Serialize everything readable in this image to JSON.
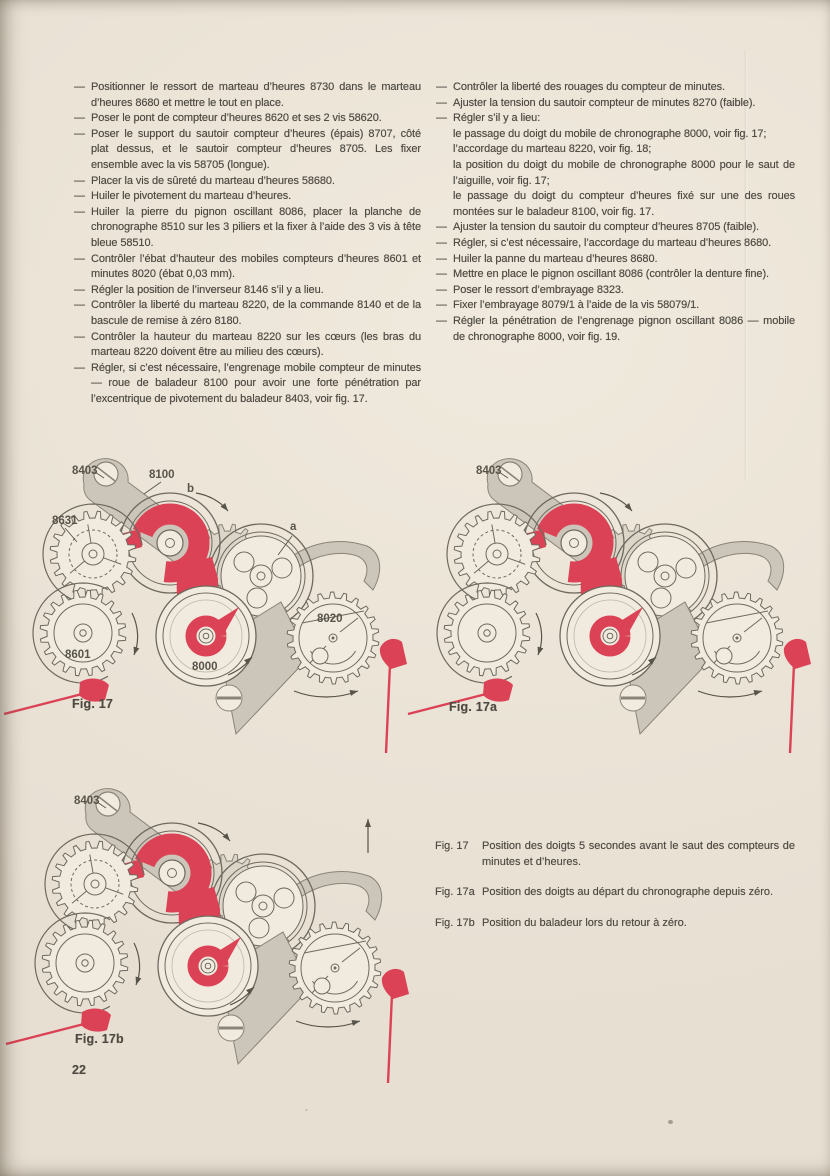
{
  "page": {
    "number": "22",
    "paper_color": "#ebe4d7",
    "ink_color": "#4e4a42",
    "red_color": "#dc4255"
  },
  "columns": {
    "left": [
      {
        "text": "Positionner le ressort de marteau d’heures 8730 dans le marteau d’heures 8680 et mettre le tout en place."
      },
      {
        "text": "Poser le pont de compteur d’heures 8620 et ses 2 vis 58620."
      },
      {
        "text": "Poser le support du sautoir compteur d’heures (épais) 8707, côté plat dessus, et le sautoir compteur d’heures 8705. Les fixer ensemble avec la vis 58705 (longue)."
      },
      {
        "text": "Placer la vis de sûreté du marteau d’heures 58680."
      },
      {
        "text": "Huiler le pivotement du marteau d’heures."
      },
      {
        "text": "Huiler la pierre du pignon oscillant 8086, placer la planche de chronographe 8510 sur les 3 piliers et la fixer à l’aide des 3 vis à tête bleue 58510."
      },
      {
        "text": "Contrôler l’ébat d’hauteur des mobiles compteurs d’heures 8601 et minutes 8020 (ébat 0,03 mm)."
      },
      {
        "text": "Régler la position de l’inverseur 8146 s’il y a lieu."
      },
      {
        "text": "Contrôler la liberté du marteau 8220, de la commande 8140 et de la bascule de remise à zéro 8180."
      },
      {
        "text": "Contrôler la hauteur du marteau 8220 sur les cœurs (les bras du marteau 8220 doivent être au milieu des cœurs)."
      },
      {
        "text": "Régler, si c’est nécessaire, l’engrenage mobile compteur de minutes — roue de baladeur 8100 pour avoir une forte pénétration par l’excentrique de pivotement du baladeur 8403, voir fig. 17."
      }
    ],
    "right": [
      {
        "text": "Contrôler la liberté des rouages du compteur de minutes."
      },
      {
        "text": "Ajuster la tension du sautoir compteur de minutes 8270 (faible)."
      },
      {
        "text": "Régler s’il y a lieu:",
        "sub": [
          "le passage du doigt du mobile de chronographe 8000, voir fig. 17;",
          "l’accordage du marteau 8220, voir fig. 18;",
          "la position du doigt du mobile de chronographe 8000 pour le saut de l’aiguille, voir fig. 17;",
          "le passage du doigt du compteur d’heures fixé sur une des roues montées sur le baladeur 8100, voir fig. 17."
        ]
      },
      {
        "text": "Ajuster la tension du sautoir du compteur d’heures 8705 (faible)."
      },
      {
        "text": "Régler, si c’est nécessaire, l’accordage du marteau d’heures 8680."
      },
      {
        "text": "Huiler la panne du marteau d’heures 8680."
      },
      {
        "text": "Mettre en place le pignon oscillant 8086 (contrôler la denture fine)."
      },
      {
        "text": "Poser le ressort d’embrayage 8323."
      },
      {
        "text": "Fixer l’embrayage 8079/1 à l’aide de la vis 58079/1."
      },
      {
        "text": "Régler la pénétration de l’engrenage pignon oscillant 8086 — mobile de chronographe 8000, voir fig. 19."
      }
    ]
  },
  "figures": [
    {
      "id": "fig-17",
      "caption": "Fig. 17",
      "labels": {
        "l8403": "8403",
        "l8100": "8100",
        "lb": "b",
        "l8631": "8631",
        "la": "a",
        "l8601": "8601",
        "l8000": "8000",
        "l8020": "8020"
      }
    },
    {
      "id": "fig-17a",
      "caption": "Fig. 17a",
      "labels": {
        "l8403": "8403"
      }
    },
    {
      "id": "fig-17b",
      "caption": "Fig. 17b",
      "labels": {
        "l8403": "8403"
      }
    }
  ],
  "caption_list": [
    {
      "label": "Fig. 17",
      "text": "Position des doigts 5 secondes avant le saut des compteurs de minutes et d’heures."
    },
    {
      "label": "Fig. 17a",
      "text": "Position des doigts au départ du chronographe depuis zéro."
    },
    {
      "label": "Fig. 17b",
      "text": "Position du baladeur lors du retour à zéro."
    }
  ]
}
